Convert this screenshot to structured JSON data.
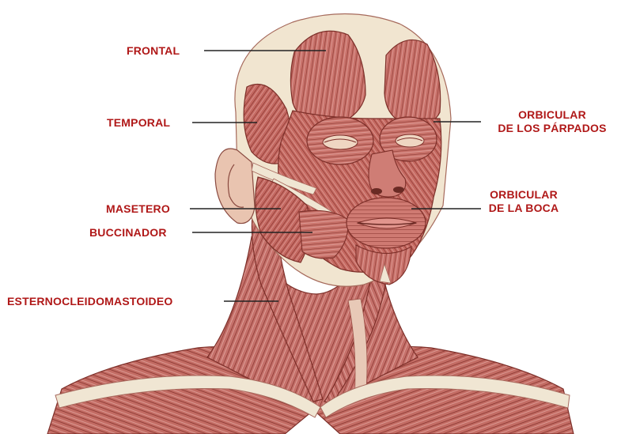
{
  "labels": {
    "frontal": "FRONTAL",
    "temporal": "TEMPORAL",
    "masetero": "MASETERO",
    "buccinador": "BUCCINADOR",
    "esternocleidomastoideo": "ESTERNOCLEIDOMASTOIDEO",
    "orbicular_parpados": {
      "line1": "ORBICULAR",
      "line2": "DE LOS PÁRPADOS"
    },
    "orbicular_boca": {
      "line1": "ORBICULAR",
      "line2": "DE LA BOCA"
    }
  },
  "colors": {
    "label_text": "#b01818",
    "leader_line": "#222222",
    "muscle": "#c66a62",
    "muscle_dark": "#8c3a33",
    "tendon": "#efe3cf",
    "background": "#ffffff"
  }
}
